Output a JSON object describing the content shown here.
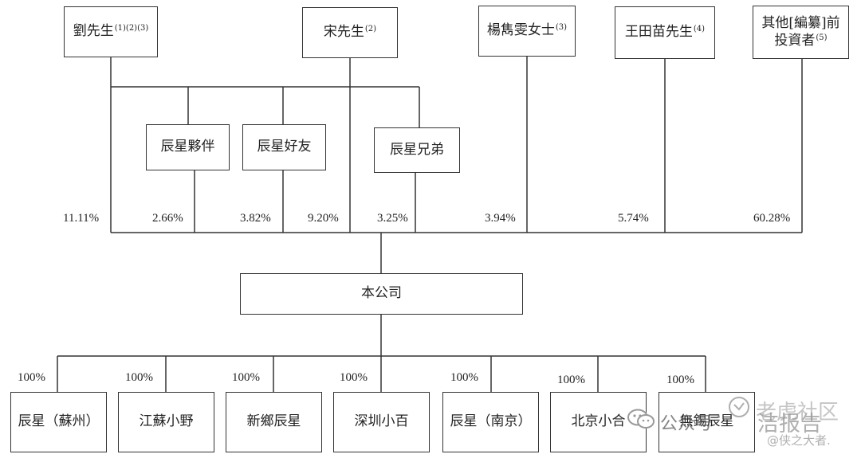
{
  "shareholders": {
    "liu": {
      "name": "劉先生",
      "note": "(1)(2)(3)"
    },
    "song": {
      "name": "宋先生",
      "note": "(2)"
    },
    "yang": {
      "name": "楊雋雯女士",
      "note": "(3)"
    },
    "wang": {
      "name": "王田苗先生",
      "note": "(4)"
    },
    "others": {
      "line1": "其他[編纂]前",
      "line2": "投資者",
      "note": "(5)"
    }
  },
  "entities": {
    "partners": "辰星夥伴",
    "friends": "辰星好友",
    "brothers": "辰星兄弟"
  },
  "percentages": {
    "liu": "11.11%",
    "partners": "2.66%",
    "friends": "3.82%",
    "song": "9.20%",
    "brothers": "3.25%",
    "yang": "3.94%",
    "wang": "5.74%",
    "others": "60.28%"
  },
  "company": "本公司",
  "subsidiaries": [
    {
      "name": "辰星（蘇州）",
      "pct": "100%"
    },
    {
      "name": "江蘇小野",
      "pct": "100%"
    },
    {
      "name": "新鄉辰星",
      "pct": "100%"
    },
    {
      "name": "深圳小百",
      "pct": "100%"
    },
    {
      "name": "辰星（南京）",
      "pct": "100%"
    },
    {
      "name": "北京小合",
      "pct": "100%"
    },
    {
      "name": "無錫辰星",
      "pct": "100%"
    }
  ],
  "watermark": {
    "wechat": "公众号",
    "brand": "洁报告",
    "community": "老虎社区",
    "handle": "@侠之大者."
  }
}
